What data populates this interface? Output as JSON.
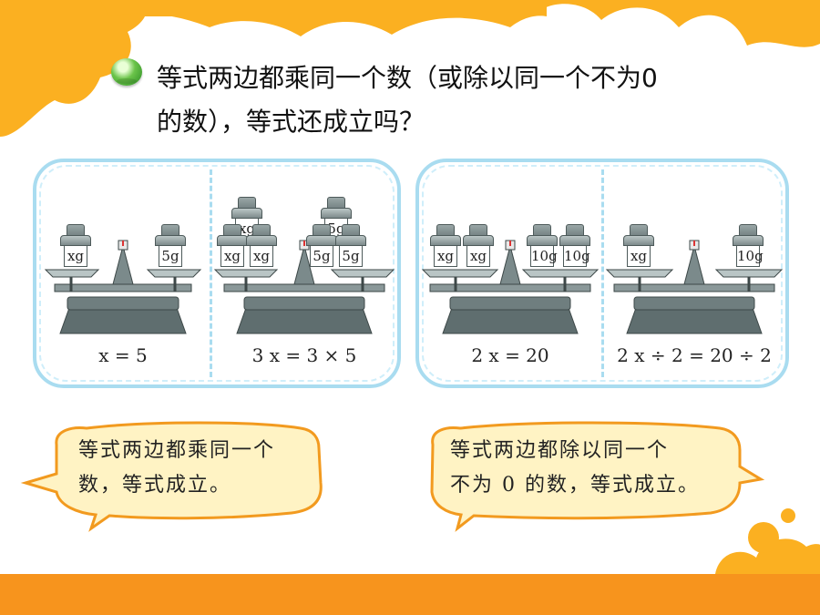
{
  "question": {
    "line1": "等式两边都乘同一个数（或除以同一个不为0",
    "line2": "的数），等式还成立吗？"
  },
  "colors": {
    "accent_orange": "#fbb021",
    "frame_blue": "#a9dcf0",
    "bubble_fill": "#fff3c4",
    "bubble_stroke": "#f29a1f"
  },
  "panels": [
    {
      "equation": "x = 5",
      "left_weights": [
        "xg"
      ],
      "right_weights": [
        "5g"
      ]
    },
    {
      "equation": "3 x = 3 × 5",
      "left_weights": [
        "xg",
        "xg",
        "xg"
      ],
      "right_weights": [
        "5g",
        "5g",
        "5g"
      ]
    },
    {
      "equation": "2 x = 20",
      "left_weights": [
        "xg",
        "xg"
      ],
      "right_weights": [
        "10g",
        "10g"
      ]
    },
    {
      "equation": "2 x ÷ 2 = 20 ÷ 2",
      "left_weights": [
        "xg"
      ],
      "right_weights": [
        "10g"
      ]
    }
  ],
  "bubbles": {
    "multiply": {
      "line1": "等式两边都乘同一个",
      "line2": "数，等式成立。"
    },
    "divide": {
      "line1": "等式两边都除以同一个",
      "line2": "不为 0 的数，等式成立。"
    }
  }
}
